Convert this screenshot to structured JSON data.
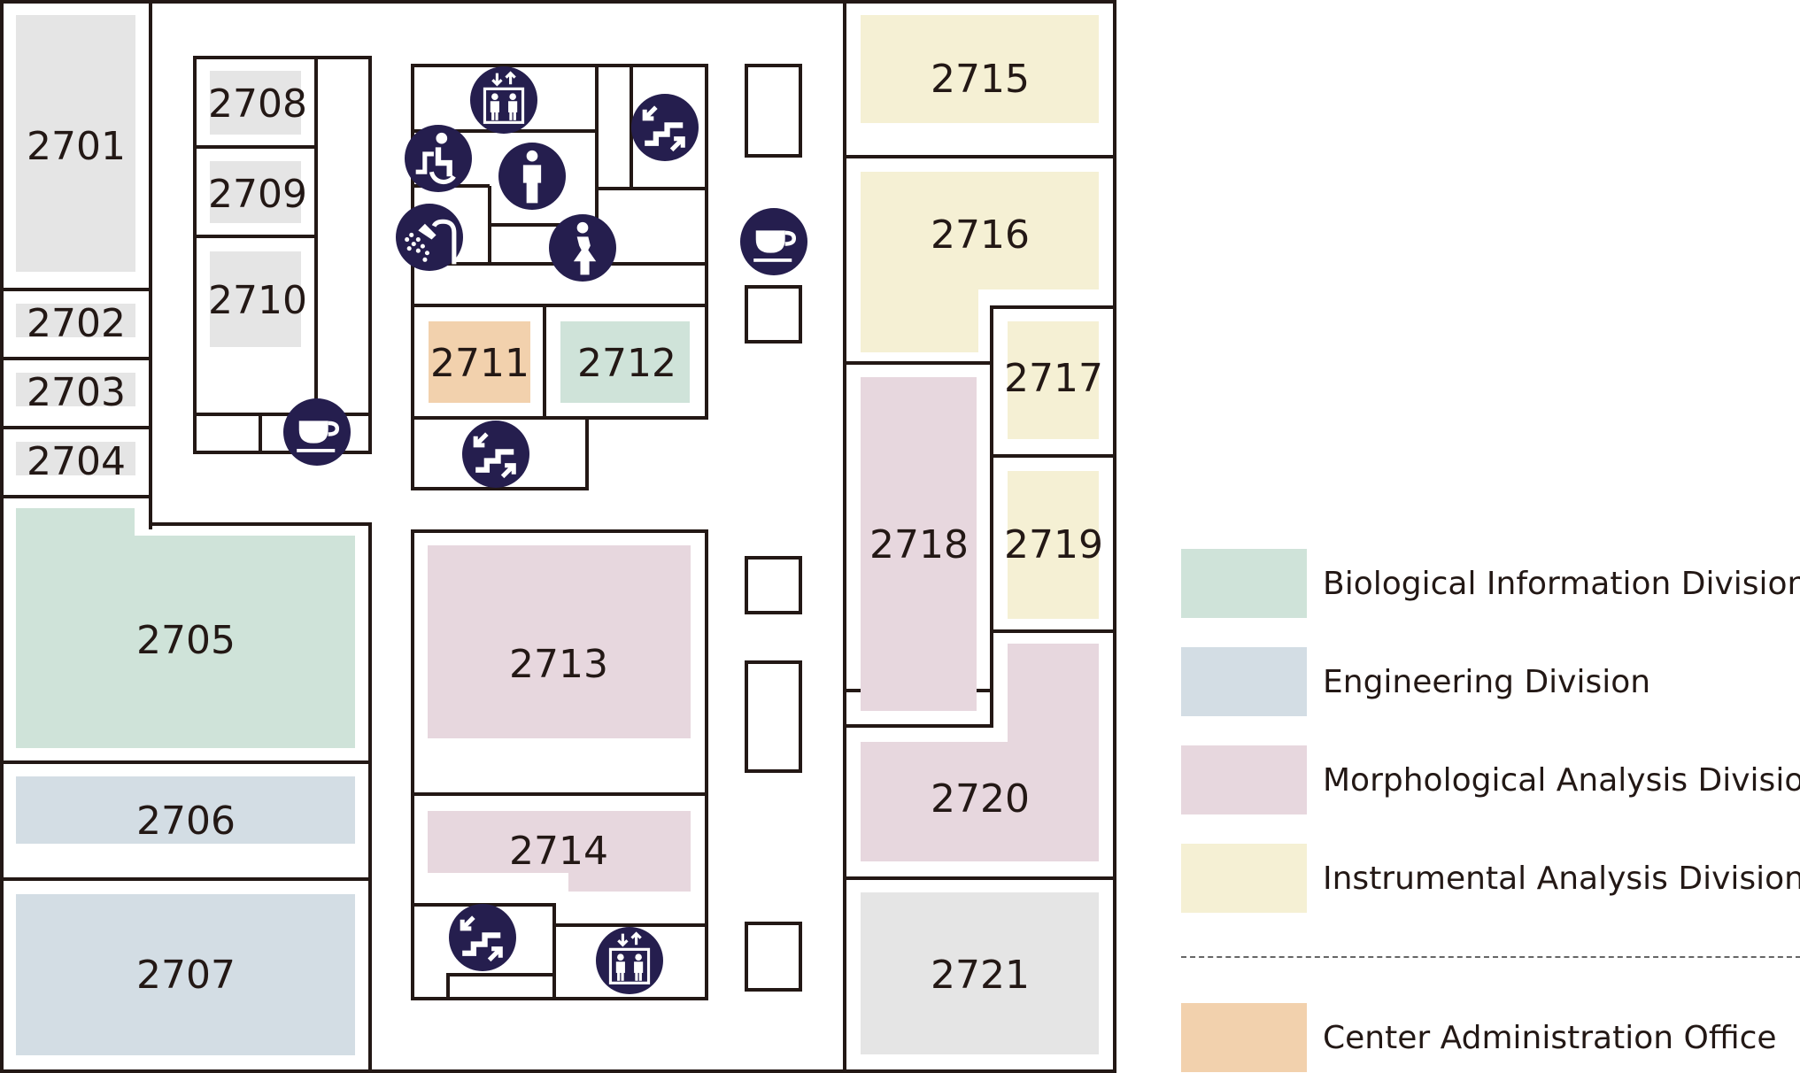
{
  "map": {
    "colors": {
      "wall": "#231815",
      "icon": "#251e4e",
      "unassigned": "#e5e5e5",
      "biological": "#cfe3d9",
      "engineering": "#d3dde4",
      "morphological": "#e7d7de",
      "instrumental": "#f5f0d4",
      "admin": "#f2d1ad"
    },
    "rooms": [
      {
        "id": "2701",
        "label": "2701",
        "division": "unassigned"
      },
      {
        "id": "2702",
        "label": "2702",
        "division": "unassigned"
      },
      {
        "id": "2703",
        "label": "2703",
        "division": "unassigned"
      },
      {
        "id": "2704",
        "label": "2704",
        "division": "unassigned"
      },
      {
        "id": "2705",
        "label": "2705",
        "division": "biological"
      },
      {
        "id": "2706",
        "label": "2706",
        "division": "engineering"
      },
      {
        "id": "2707",
        "label": "2707",
        "division": "engineering"
      },
      {
        "id": "2708",
        "label": "2708",
        "division": "unassigned"
      },
      {
        "id": "2709",
        "label": "2709",
        "division": "unassigned"
      },
      {
        "id": "2710",
        "label": "2710",
        "division": "unassigned"
      },
      {
        "id": "2711",
        "label": "2711",
        "division": "admin"
      },
      {
        "id": "2712",
        "label": "2712",
        "division": "biological"
      },
      {
        "id": "2713",
        "label": "2713",
        "division": "morphological"
      },
      {
        "id": "2714",
        "label": "2714",
        "division": "morphological"
      },
      {
        "id": "2715",
        "label": "2715",
        "division": "instrumental"
      },
      {
        "id": "2716",
        "label": "2716",
        "division": "instrumental"
      },
      {
        "id": "2717",
        "label": "2717",
        "division": "instrumental"
      },
      {
        "id": "2718",
        "label": "2718",
        "division": "morphological"
      },
      {
        "id": "2719",
        "label": "2719",
        "division": "instrumental"
      },
      {
        "id": "2720",
        "label": "2720",
        "division": "morphological"
      },
      {
        "id": "2721",
        "label": "2721",
        "division": "unassigned"
      }
    ],
    "facilities": [
      "elevator-icon",
      "stairs-icon",
      "accessible-toilet-icon",
      "mens-toilet-icon",
      "womens-toilet-icon",
      "shower-icon",
      "coffee-icon"
    ]
  },
  "legend": {
    "items": [
      {
        "label": "Biological Information Division",
        "color": "#cfe3d9"
      },
      {
        "label": "Engineering Division",
        "color": "#d3dde4"
      },
      {
        "label": "Morphological Analysis Division",
        "color": "#e7d7de"
      },
      {
        "label": "Instrumental Analysis Division",
        "color": "#f5f0d4"
      }
    ],
    "separate_item": {
      "label": "Center Administration Office",
      "color": "#f2d1ad"
    }
  }
}
